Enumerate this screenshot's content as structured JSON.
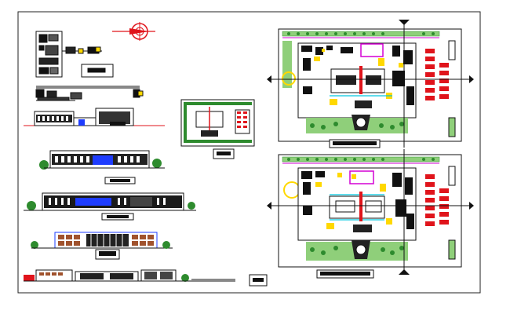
{
  "sheet": {
    "background": "#ffffff",
    "frame_color": "#222222"
  },
  "palette": {
    "line": "#111111",
    "red": "#e0141b",
    "magenta": "#d400d4",
    "yellow": "#ffd800",
    "green": "#2e8b2e",
    "light_green": "#8fcf7a",
    "blue": "#1e3cff",
    "cyan": "#00c8e0",
    "gray": "#9a9a9a"
  },
  "drawings": [
    {
      "name": "north-arrow-icon"
    },
    {
      "name": "site-location-plan"
    },
    {
      "name": "front-elevation"
    },
    {
      "name": "rear-elevation"
    },
    {
      "name": "side-elevation"
    },
    {
      "name": "longitudinal-section"
    },
    {
      "name": "cross-section"
    },
    {
      "name": "small-site-plan"
    },
    {
      "name": "ground-floor-plan"
    },
    {
      "name": "first-floor-plan"
    },
    {
      "name": "legend-box"
    }
  ]
}
